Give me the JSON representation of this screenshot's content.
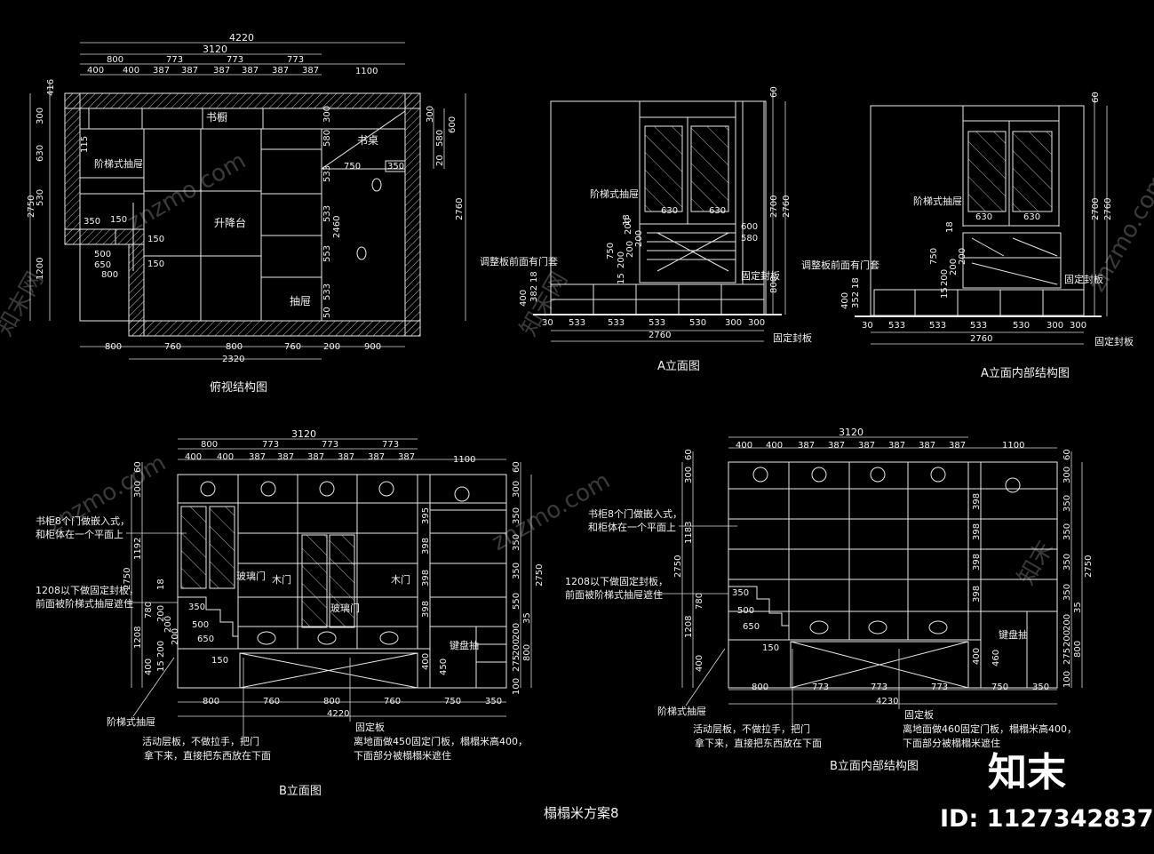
{
  "title": "榻榻米方案8",
  "views": {
    "plan": {
      "caption": "俯视结构图",
      "top_total": "4220",
      "top_sub": "3120",
      "top_dims": [
        "800",
        "773",
        "773",
        "773",
        "1100"
      ],
      "top_dims2": [
        "400",
        "400",
        "387",
        "387",
        "387",
        "387",
        "387",
        "387"
      ],
      "bottom_dims": [
        "800",
        "760",
        "800",
        "760",
        "200",
        "900"
      ],
      "bottom_total": "2320",
      "left_dims": [
        "416",
        "300",
        "630",
        "530",
        "1200"
      ],
      "left_total": "2750",
      "right_dims": [
        "300",
        "580",
        "600",
        "20"
      ],
      "right_total": "2760",
      "inner_dims": [
        "300",
        "580",
        "533",
        "2460",
        "533",
        "553",
        "533",
        "50"
      ],
      "labels": {
        "shelf": "书橱",
        "desk": "书桌",
        "stair_drawer": "阶梯式抽屉",
        "lift": "升降台",
        "drawer": "抽屉"
      },
      "small_dims": [
        "115",
        "350",
        "150",
        "500",
        "650",
        "800",
        "150",
        "150",
        "750",
        "350"
      ]
    },
    "elev_a": {
      "caption": "A立面图",
      "bottom_dims": [
        "30",
        "533",
        "533",
        "533",
        "530",
        "300",
        "300"
      ],
      "bottom_total": "2760",
      "labels": {
        "stair": "阶梯式抽屉",
        "adjust": "调整板前面有门套",
        "fixed_panel": "固定封板",
        "fixed_board": "固定封板"
      },
      "glass_dims": [
        "630",
        "630"
      ],
      "right_dims": [
        "60",
        "2700",
        "2760",
        "600",
        "580",
        "800"
      ],
      "left_dims": [
        "18",
        "382",
        "400",
        "750",
        "200",
        "200",
        "200",
        "200",
        "15",
        "18"
      ]
    },
    "elev_a_inner": {
      "caption": "A立面内部结构图",
      "bottom_dims": [
        "30",
        "533",
        "533",
        "533",
        "530",
        "300",
        "300"
      ],
      "bottom_total": "2760",
      "labels": {
        "stair": "阶梯式抽屉",
        "adjust": "调整板前面有门套",
        "fixed_panel": "固定封板",
        "fixed_board": "固定封板"
      },
      "glass_dims": [
        "630",
        "630"
      ],
      "right_dims": [
        "60",
        "2700",
        "2760"
      ],
      "left_dims": [
        "18",
        "352",
        "400",
        "750",
        "200",
        "200",
        "200",
        "15",
        "18"
      ]
    },
    "elev_b": {
      "caption": "B立面图",
      "top_sub": "3120",
      "top_dims": [
        "800",
        "773",
        "773",
        "773",
        "1100"
      ],
      "top_dims2": [
        "400",
        "400",
        "387",
        "387",
        "387",
        "387",
        "387",
        "387"
      ],
      "bottom_dims": [
        "800",
        "760",
        "800",
        "760",
        "750",
        "350"
      ],
      "bottom_total": "4220",
      "left_dims": [
        "60",
        "300",
        "1192",
        "2750",
        "1208",
        "780",
        "400"
      ],
      "right_dims": [
        "60",
        "300",
        "350",
        "350",
        "350",
        "550",
        "35",
        "200",
        "200",
        "275",
        "800",
        "100"
      ],
      "inner_right": [
        "395",
        "398",
        "398",
        "398",
        "400",
        "450"
      ],
      "labels": {
        "note1a": "书柜8个门做嵌入式，",
        "note1b": "和柜体在一个平面上",
        "note2a": "1208以下做固定封板，",
        "note2b": "前面被阶梯式抽屉遮住",
        "glass_door1": "玻璃门",
        "glass_door2": "玻璃门",
        "wood_door1": "木门",
        "wood_door2": "木门",
        "keyboard": "键盘抽",
        "stair": "阶梯式抽屉",
        "movable": "活动层板，不做拉手，把门",
        "movable2": "拿下来，直接把东西放在下面",
        "fixed": "固定板",
        "fixed2": "离地面做450固定门板，榻榻米高400，",
        "fixed3": "下面部分被榻榻米遮住"
      },
      "stair_dims": [
        "350",
        "500",
        "650",
        "150",
        "18",
        "200",
        "200",
        "200",
        "200",
        "15"
      ]
    },
    "elev_b_inner": {
      "caption": "B立面内部结构图",
      "top_sub": "3120",
      "top_dims2": [
        "400",
        "400",
        "387",
        "387",
        "387",
        "387",
        "387",
        "387"
      ],
      "top_right": "1100",
      "bottom_dims": [
        "800",
        "773",
        "773",
        "773",
        "750",
        "350"
      ],
      "bottom_total": "4230",
      "left_dims": [
        "60",
        "300",
        "1183",
        "2750",
        "1208",
        "780",
        "400"
      ],
      "right_dims": [
        "60",
        "300",
        "350",
        "350",
        "350",
        "350",
        "35",
        "200",
        "200",
        "275",
        "800",
        "100"
      ],
      "inner_right": [
        "398",
        "398",
        "398",
        "398",
        "400",
        "460"
      ],
      "labels": {
        "note1a": "书柜8个门做嵌入式，",
        "note1b": "和柜体在一个平面上",
        "note2a": "1208以下做固定封板，",
        "note2b": "前面被阶梯式抽屉遮住",
        "keyboard": "键盘抽",
        "stair": "阶梯式抽屉",
        "movable": "活动层板，不做拉手，把门",
        "movable2": "拿下来，直接把东西放在下面",
        "fixed": "固定板",
        "fixed2": "离地面做460固定门板，榻榻米高400，",
        "fixed3": "下面部分被榻榻米遮住"
      },
      "stair_dims": [
        "350",
        "500",
        "650",
        "150"
      ]
    }
  },
  "watermark": {
    "brand": "知末",
    "site": "znzmo.com",
    "id_label": "ID: 1127342837"
  },
  "colors": {
    "background": "#000000",
    "lines": "#e8e8e8",
    "text": "#f2f2f2"
  }
}
